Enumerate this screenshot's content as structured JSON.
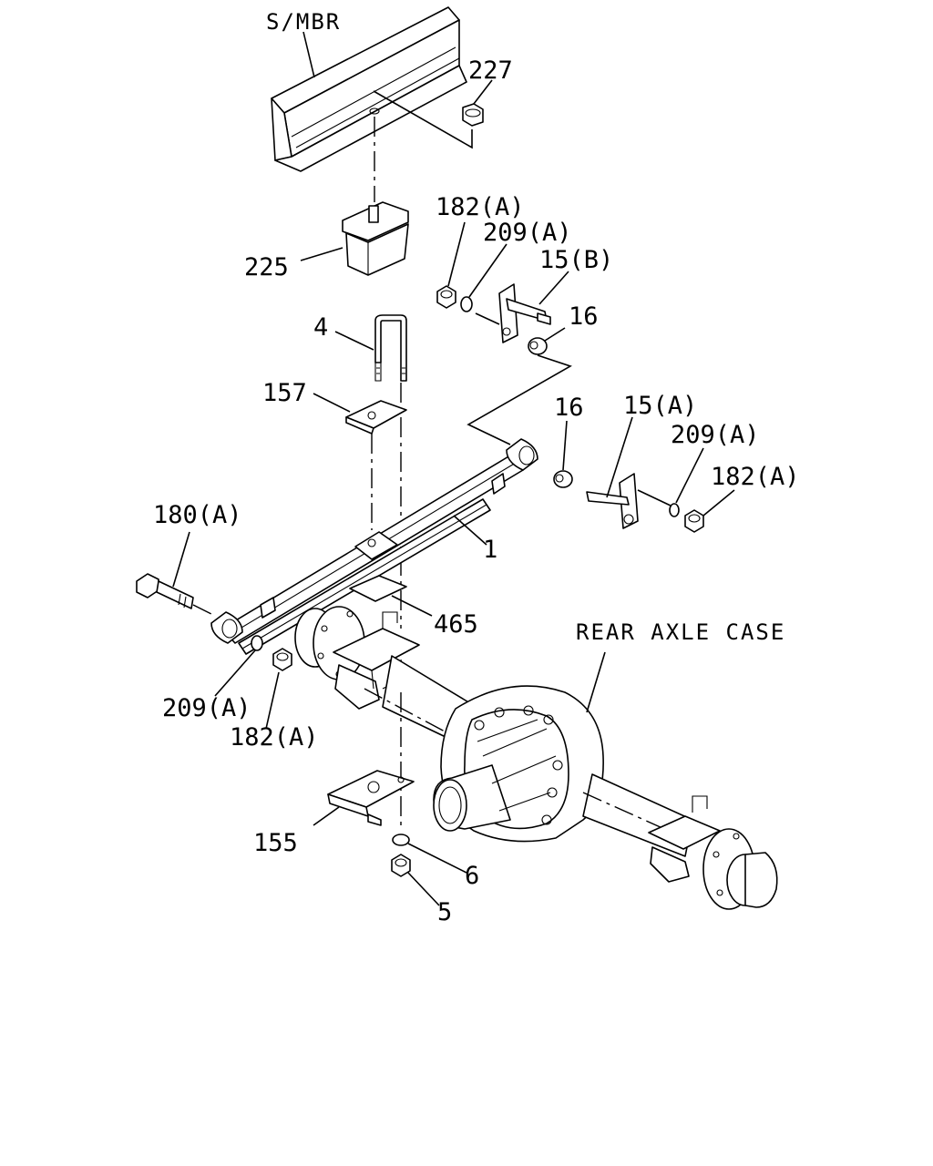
{
  "diagram": {
    "labels": {
      "smbr": "S/MBR",
      "p227": "227",
      "p225": "225",
      "p182a_top": "182(A)",
      "p209a_top": "209(A)",
      "p15b": "15(B)",
      "p16_top": "16",
      "p4": "4",
      "p157": "157",
      "p16_right": "16",
      "p15a": "15(A)",
      "p209a_right": "209(A)",
      "p182a_right": "182(A)",
      "p180a": "180(A)",
      "p1": "1",
      "p465": "465",
      "rear_axle_case": "REAR AXLE CASE",
      "p209a_left": "209(A)",
      "p182a_left": "182(A)",
      "p155": "155",
      "p6": "6",
      "p5": "5"
    }
  }
}
